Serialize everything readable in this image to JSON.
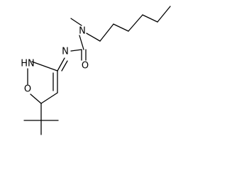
{
  "molecule": {
    "atoms": {
      "imine_n": "N",
      "urea_n": "N",
      "carbonyl_o": "O",
      "ring_nh": "HN",
      "ring_o": "O"
    }
  }
}
